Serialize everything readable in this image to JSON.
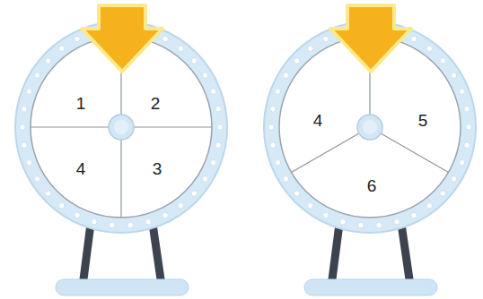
{
  "diagram": {
    "nodes": [
      {
        "text": [
          "1",
          "2",
          "4",
          "3"
        ]
      },
      {
        "text": [
          "4",
          "5",
          "6"
        ]
      }
    ]
  }
}
